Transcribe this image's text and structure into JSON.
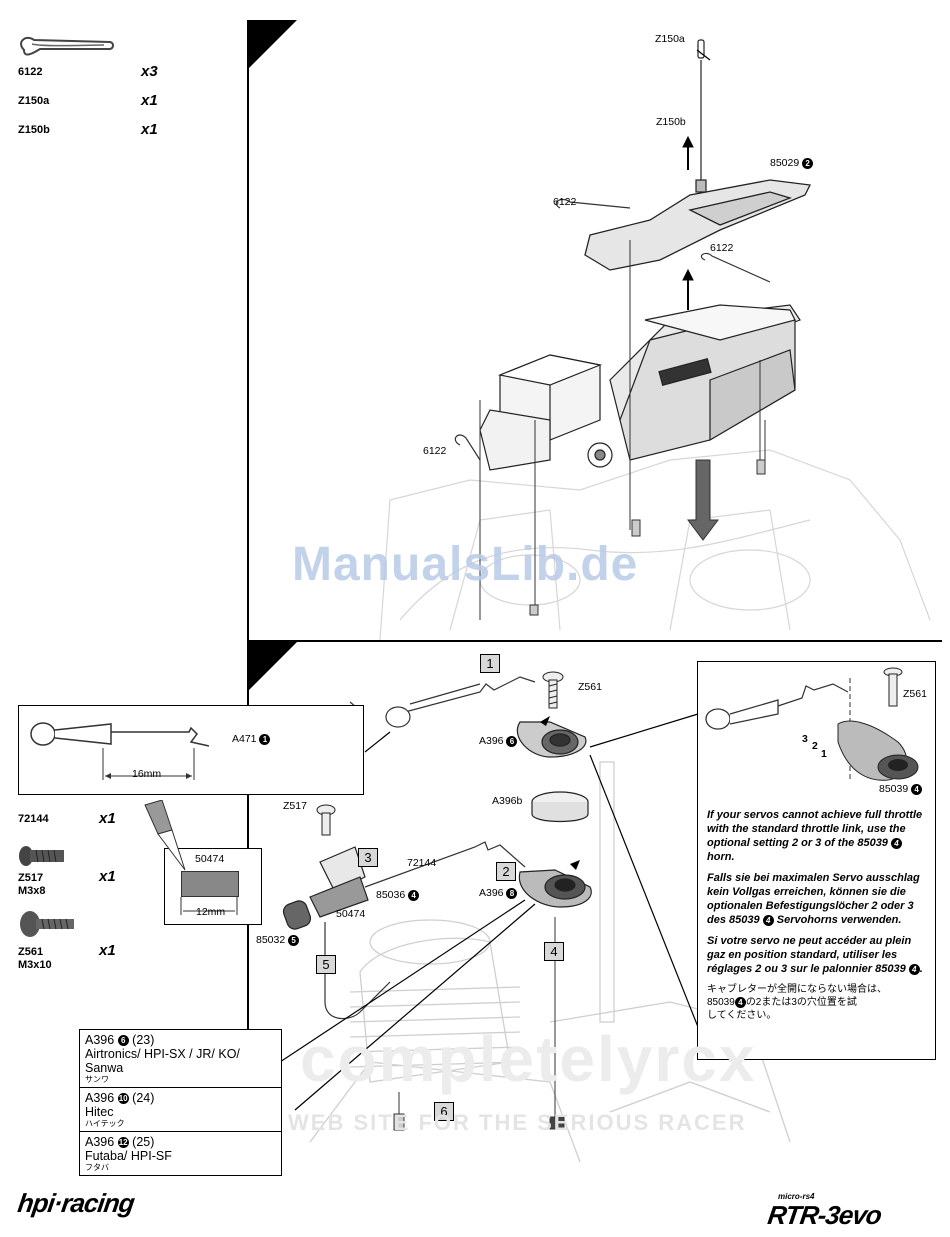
{
  "parts_top": [
    {
      "part": "6122",
      "qty": "x3"
    },
    {
      "part": "Z150a",
      "qty": "x1"
    },
    {
      "part": "Z150b",
      "qty": "x1"
    }
  ],
  "parts_bottom": [
    {
      "part": "72144",
      "size": "",
      "qty": "x1"
    },
    {
      "part": "Z517",
      "size": "M3x8",
      "qty": "x1"
    },
    {
      "part": "Z561",
      "size": "M3x10",
      "qty": "x1"
    }
  ],
  "top_labels": {
    "z150a": "Z150a",
    "z150b": "Z150b",
    "p85029": "85029",
    "p85029_num": "2",
    "p6122_a": "6122",
    "p6122_b": "6122",
    "p6122_c": "6122"
  },
  "watermark": "ManualsLib.de",
  "watermark2_line1": "completelyrcx",
  "watermark2_line2": "WEB SITE FOR THE SERIOUS RACER",
  "steps": [
    "1",
    "2",
    "3",
    "4",
    "5",
    "6"
  ],
  "bottom_labels": {
    "z561": "Z561",
    "a396_6": "A396",
    "a396_6_num": "6",
    "a396b": "A396b",
    "a396_8": "A396",
    "a396_8_num": "8",
    "a471": "A471",
    "a471_num": "1",
    "z517": "Z517",
    "p72144": "72144",
    "p85036": "85036",
    "p85036_num": "4",
    "p50474_a": "50474",
    "p50474_b": "50474",
    "p85032": "85032",
    "p85032_num": "5",
    "dim_16mm": "16mm",
    "dim_12mm": "12mm"
  },
  "inset": {
    "z561": "Z561",
    "p85039": "85039",
    "p85039_num": "4",
    "setting_3": "3",
    "setting_2": "2",
    "setting_1": "1"
  },
  "notes": {
    "en_pre": "If your servos cannot achieve full throttle with the standard throttle link, use the optional setting 2 or 3 of the 85039",
    "en_post": "horn.",
    "de_pre": "Falls sie bei maximalen Servo ausschlag kein Vollgas erreichen, können sie die optionalen Befestigungslöcher 2 oder 3 des 85039",
    "de_post": "Servohorns verwenden.",
    "fr_pre": "Si votre servo ne peut accéder au plein gaz en position standard, utiliser les réglages 2 ou 3 sur le palonnier 85039",
    "fr_post": ".",
    "jp_line1": "キャブレターが全開にならない場合は、",
    "jp_line2_pre": "85039",
    "jp_line2_post": "の2または3の穴位置を試",
    "jp_line3": "してください。",
    "circle": "4"
  },
  "servo_table": [
    {
      "part": "A396",
      "num": "6",
      "setting": "(23)",
      "brand": "Airtronics/ HPI-SX / JR/ KO/ Sanwa",
      "kana": "サンワ"
    },
    {
      "part": "A396",
      "num": "10",
      "setting": "(24)",
      "brand": "Hitec",
      "kana": "ハイテック"
    },
    {
      "part": "A396",
      "num": "12",
      "setting": "(25)",
      "brand": "Futaba/ HPI-SF",
      "kana": "フタバ"
    }
  ],
  "brand_left": "hpi·racing",
  "brand_right_small": "micro-rs4",
  "brand_right": "RTR-3evo"
}
